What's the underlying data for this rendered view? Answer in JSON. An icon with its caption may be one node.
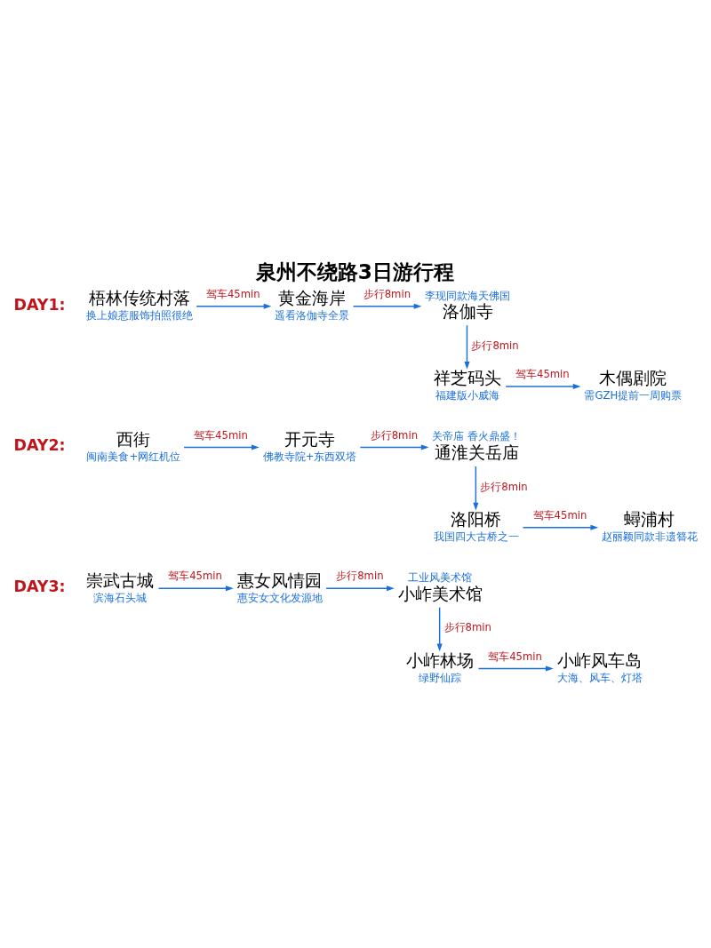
{
  "diagram": {
    "title": "泉州不绕路3日游行程",
    "nodes": [
      {
        "text": [
          "梧林传统村落"
        ],
        "beside": [
          "换上娘惹服饰拍照很绝"
        ]
      },
      {
        "text": [
          "黄金海岸"
        ],
        "beside": [
          "遥看洛伽寺全景"
        ]
      },
      {
        "text": [
          "洛伽寺"
        ],
        "beside": [
          "李现同款海天佛国"
        ]
      },
      {
        "text": [
          "祥芝码头"
        ],
        "beside": [
          "福建版小威海"
        ]
      },
      {
        "text": [
          "木偶剧院"
        ],
        "beside": [
          "需GZH提前一周购票"
        ]
      },
      {
        "text": [
          "西街"
        ],
        "beside": [
          "闽南美食+网红机位"
        ]
      },
      {
        "text": [
          "开元寺"
        ],
        "beside": [
          "佛教寺院+东西双塔"
        ]
      },
      {
        "text": [
          "通淮关岳庙"
        ],
        "beside": [
          "关帝庙 香火鼎盛！"
        ]
      },
      {
        "text": [
          "洛阳桥"
        ],
        "beside": [
          "我国四大古桥之一"
        ]
      },
      {
        "text": [
          "蟳浦村"
        ],
        "beside": [
          "赵丽颖同款非遗簪花"
        ]
      },
      {
        "text": [
          "崇武古城"
        ],
        "beside": [
          "滨海石头城"
        ]
      },
      {
        "text": [
          "惠女风情园"
        ],
        "beside": [
          "惠安女文化发源地"
        ]
      },
      {
        "text": [
          "小岞美术馆"
        ],
        "beside": [
          "工业风美术馆"
        ]
      },
      {
        "text": [
          "小岞林场"
        ],
        "beside": [
          "绿野仙踪"
        ]
      },
      {
        "text": [
          "小岞风车岛"
        ],
        "beside": [
          "大海、风车、灯塔"
        ]
      }
    ],
    "edges": [
      {
        "from": 0,
        "to": 1,
        "arrow": "to",
        "label": "驾车45min"
      },
      {
        "from": 1,
        "to": 2,
        "arrow": "to",
        "label": "步行8min"
      },
      {
        "from": 2,
        "to": 3,
        "arrow": "to",
        "label": "步行8min"
      },
      {
        "from": 3,
        "to": 4,
        "arrow": "to",
        "label": "驾车45min"
      },
      {
        "from": 5,
        "to": 6,
        "arrow": "to",
        "label": "驾车45min"
      },
      {
        "from": 6,
        "to": 7,
        "arrow": "to",
        "label": "步行8min"
      },
      {
        "from": 7,
        "to": 8,
        "arrow": "to",
        "label": "步行8min"
      },
      {
        "from": 8,
        "to": 9,
        "arrow": "to",
        "label": "驾车45min"
      },
      {
        "from": 10,
        "to": 11,
        "arrow": "to",
        "label": "驾车45min"
      },
      {
        "from": 11,
        "to": 12,
        "arrow": "to",
        "label": "步行8min"
      },
      {
        "from": 12,
        "to": 13,
        "arrow": "to",
        "label": "步行8min"
      },
      {
        "from": 13,
        "to": 14,
        "arrow": "to",
        "label": "驾车45min"
      }
    ],
    "labels": [
      "DAY1:",
      "DAY2:",
      "DAY3:"
    ]
  }
}
